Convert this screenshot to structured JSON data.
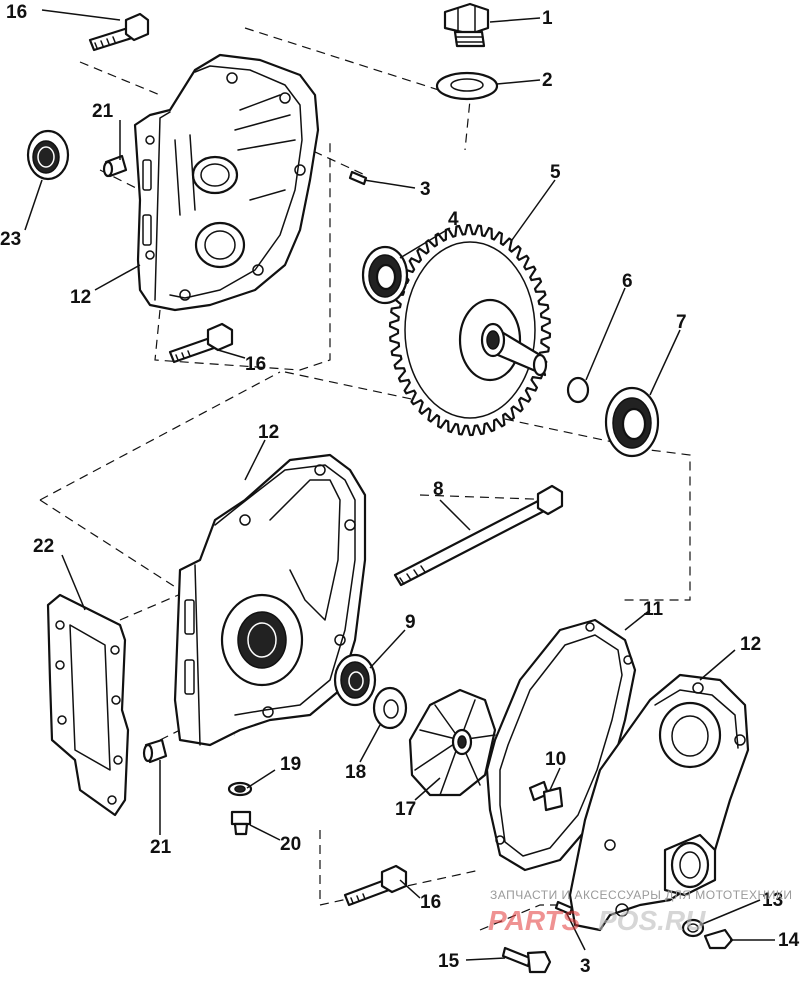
{
  "diagram": {
    "callouts": [
      {
        "id": "1",
        "label": "1"
      },
      {
        "id": "2",
        "label": "2"
      },
      {
        "id": "3a",
        "label": "3"
      },
      {
        "id": "4",
        "label": "4"
      },
      {
        "id": "5",
        "label": "5"
      },
      {
        "id": "6",
        "label": "6"
      },
      {
        "id": "7",
        "label": "7"
      },
      {
        "id": "8",
        "label": "8"
      },
      {
        "id": "9",
        "label": "9"
      },
      {
        "id": "10",
        "label": "10"
      },
      {
        "id": "11",
        "label": "11"
      },
      {
        "id": "12a",
        "label": "12"
      },
      {
        "id": "12b",
        "label": "12"
      },
      {
        "id": "12c",
        "label": "12"
      },
      {
        "id": "13",
        "label": "13"
      },
      {
        "id": "14",
        "label": "14"
      },
      {
        "id": "15",
        "label": "15"
      },
      {
        "id": "16a",
        "label": "16"
      },
      {
        "id": "16b",
        "label": "16"
      },
      {
        "id": "16c",
        "label": "16"
      },
      {
        "id": "17",
        "label": "17"
      },
      {
        "id": "18",
        "label": "18"
      },
      {
        "id": "19",
        "label": "19"
      },
      {
        "id": "20",
        "label": "20"
      },
      {
        "id": "21a",
        "label": "21"
      },
      {
        "id": "21b",
        "label": "21"
      },
      {
        "id": "22",
        "label": "22"
      },
      {
        "id": "23",
        "label": "23"
      },
      {
        "id": "3b",
        "label": "3"
      }
    ]
  },
  "watermark": {
    "top_text": "ЗАПЧАСТИ И АКСЕССУАРЫ ДЛЯ МОТОТЕХНИКИ",
    "brand_main": "PARTS",
    "brand_sub": "POS.RU"
  }
}
